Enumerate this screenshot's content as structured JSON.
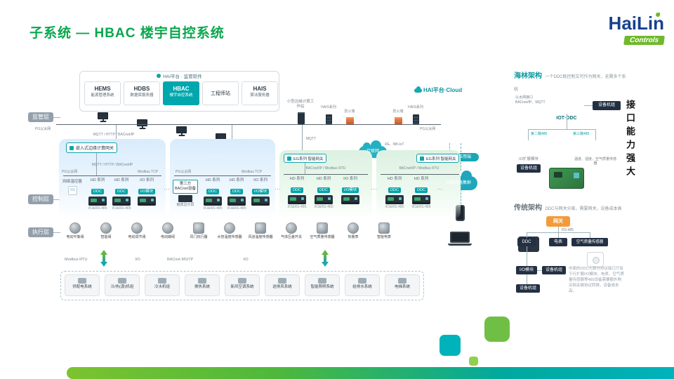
{
  "slide": {
    "title": "子系统 — HBAC 楼宇自控系统",
    "brand": "HaiLin",
    "brand_sub": "Controls",
    "side_note": "接口能力强大"
  },
  "layer_tabs": [
    "监管层",
    "控制层",
    "执行层"
  ],
  "labels": {
    "pg": "PG以太网",
    "modbus_tcp": "Modbus TCP",
    "mqtt_full": "MQTT / HTTP / BACnet/IP",
    "mqtt": "MQTT",
    "nbiot": "4G、NB-IoT",
    "bacnet_modbus": "BACnet/IP / Modbus RTU",
    "dots": "…"
  },
  "platform": {
    "header": "HAI平台 · 监管软件",
    "apps": [
      {
        "abbr": "HEMS",
        "name": "能源管理系统"
      },
      {
        "abbr": "HDBS",
        "name": "数据库服务器"
      },
      {
        "abbr": "HBAC",
        "name": "楼宇自控系统"
      },
      {
        "abbr": "",
        "name": "工程师站"
      },
      {
        "abbr": "HAIS",
        "name": "算法服务器"
      }
    ]
  },
  "workstation": "小型边缘计算工作站",
  "cloud": {
    "title": "HAI平台·Cloud",
    "chain": [
      "HAIS系列",
      "防火墙",
      "互联网",
      "防火墙",
      "HAIS系列"
    ],
    "cluster": "云服务器集群",
    "mobile": "移动应用端"
  },
  "dev": {
    "embedded_gateway": "嵌入式边缘计算网关",
    "eg_gateway": "EG系列 智能网关",
    "thermostat": "网络温控器",
    "hd": "HD 系列",
    "io_series": "I/O 系列",
    "ddc": "DDC",
    "io_module": "I/O模块",
    "io_rs485": "I/O&RS-485",
    "third_party": "第三方 BACnet设备",
    "display": "触摸显示屏"
  },
  "field_devices": [
    "电动平衡阀",
    "智能阀",
    "电动调节阀",
    "电动蝶阀",
    "风门执行器",
    "水管温度传感器",
    "风道温度传感器",
    "气体压差开关",
    "空气质量传感器",
    "热量表",
    "智能电表"
  ],
  "field_buses": [
    "Modbus RTU",
    "I/O",
    "BACnet MS/TP",
    "I/O"
  ],
  "subsystems": [
    "供配电系统",
    "冷/热(源)机组",
    "冷水机组",
    "换热系统",
    "新风空调系统",
    "送排风系统",
    "智能照明系统",
    "给排水系统",
    "电梯系统"
  ],
  "hailin_arch": {
    "title": "海林架构",
    "desc": "一个DDC既控制又可作为网关，无需多个系统",
    "eth": "以太网接口",
    "eth_proto": "BACnet/IP、MQTT",
    "device": "IOT·DDC",
    "unit": "设备机组",
    "bus2": "第二路485",
    "bus3": "第三路485",
    "io_module": "IO扩展模块",
    "sensor": "温度、湿度、空气质量传感器"
  },
  "legacy_arch": {
    "title": "传统架构",
    "desc": "DDC与网关分离，需要网关，设备成本高",
    "gateway": "网关",
    "ddc": "DDC",
    "meter": "电表",
    "aq": "空气质量传感器",
    "bus": "RS-485",
    "io_module": "I/O模块",
    "unit": "设备机组",
    "note": "市面的DDC大部分协议接口只有下行扩展I/O模块，电表、空气质量传感器等485设备需要额外购买网关做协议转换，设备成本高。"
  }
}
